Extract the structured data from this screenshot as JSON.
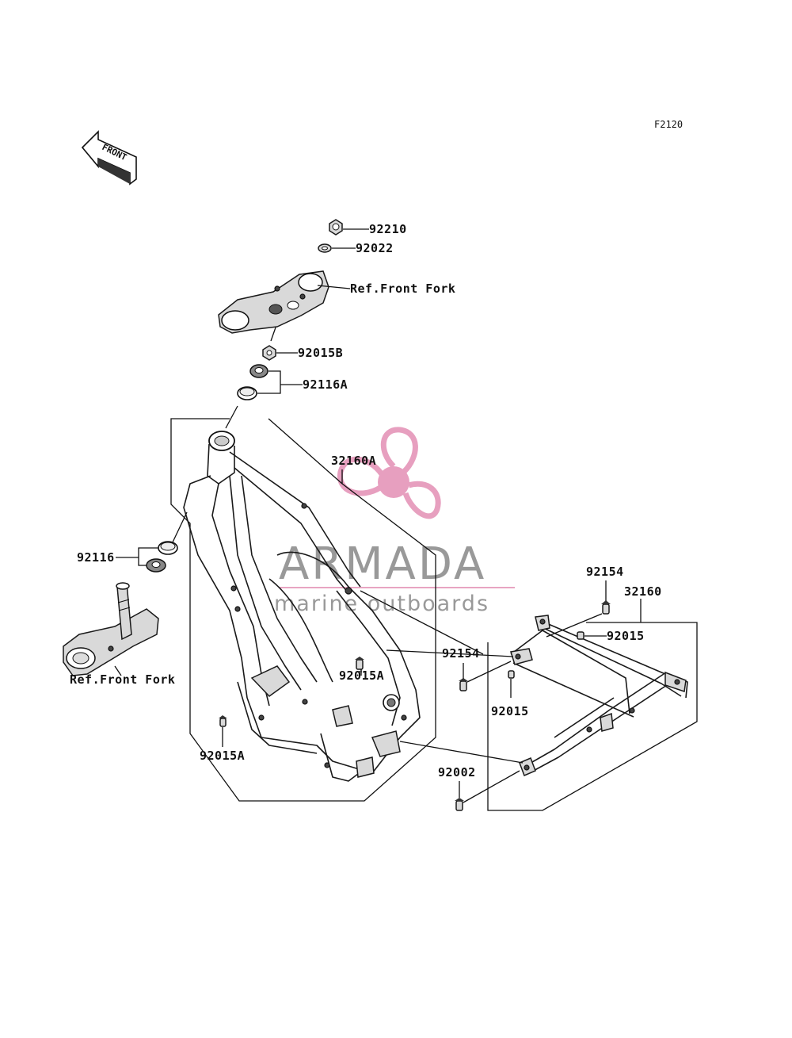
{
  "diagram_code": "F2120",
  "front_arrow_label": "FRONT",
  "watermark": {
    "brand": "ARMADA",
    "tagline": "marine outboards",
    "logo_color": "#e38fb4",
    "text_color": "#808080"
  },
  "labels": {
    "p92210": "92210",
    "p92022": "92022",
    "ref_fork_top": "Ref.Front Fork",
    "p92015B": "92015B",
    "p92116A": "92116A",
    "p32160A": "32160A",
    "p92116": "92116",
    "ref_fork_left": "Ref.Front Fork",
    "p92015A_mid": "92015A",
    "p92015A_low": "92015A",
    "p92154_top": "92154",
    "p32160": "32160",
    "p92015_top": "92015",
    "p92154_mid": "92154",
    "p92015_mid": "92015",
    "p92002": "92002"
  }
}
